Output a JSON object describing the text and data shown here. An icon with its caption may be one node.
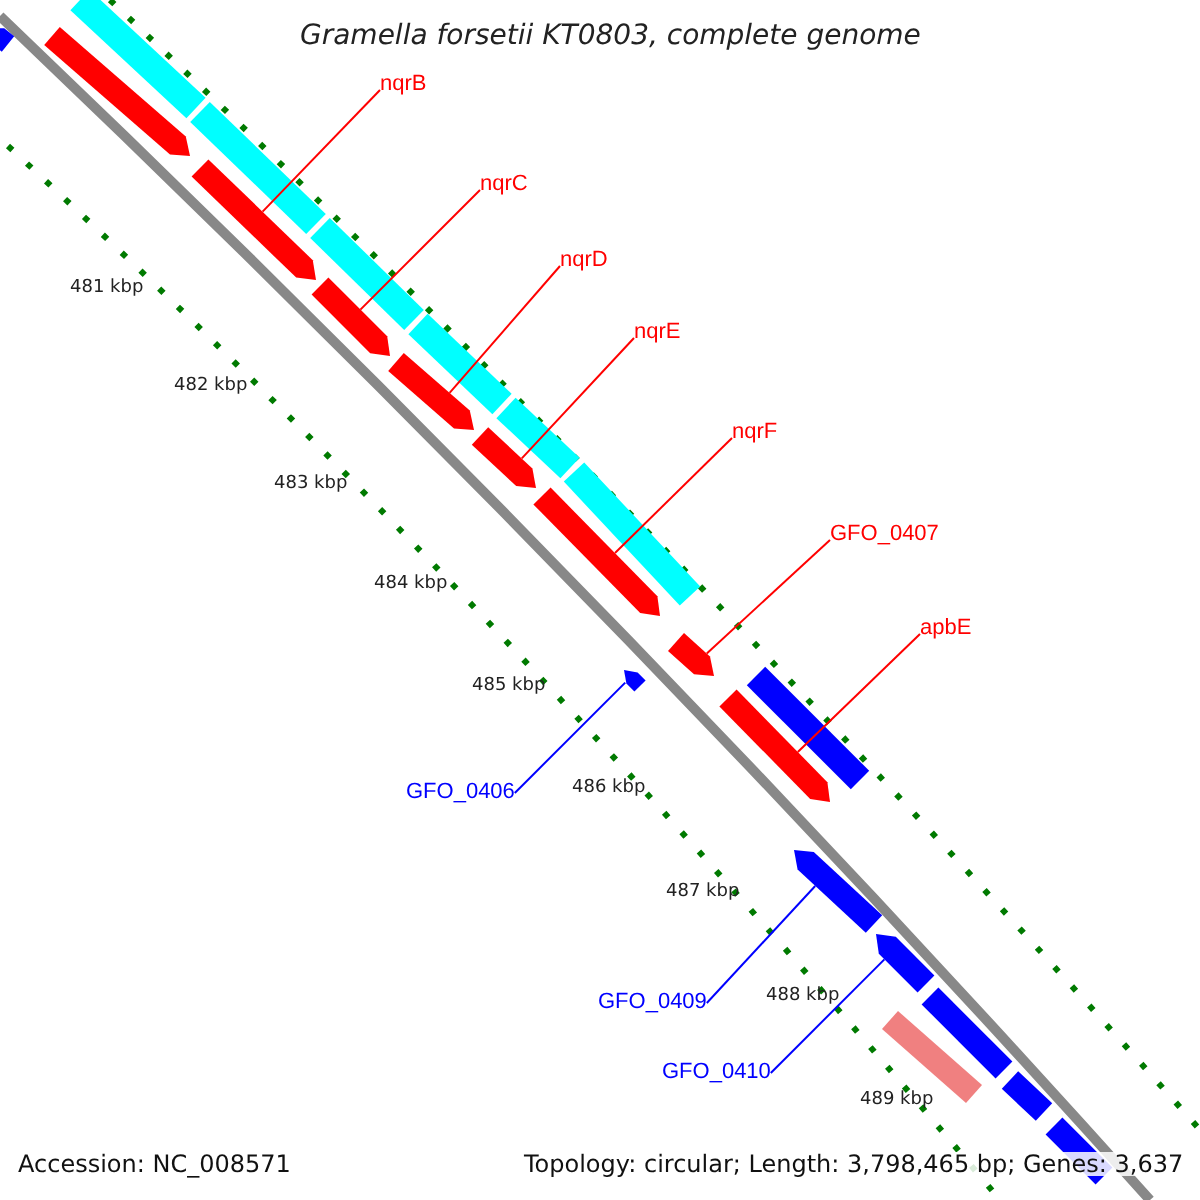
{
  "diagram": {
    "title": "Gramella forsetii KT0803, complete genome",
    "nodes": [
      {
        "text": [
          "nqrB"
        ]
      },
      {
        "text": [
          "nqrC"
        ]
      },
      {
        "text": [
          "nqrD"
        ]
      },
      {
        "text": [
          "nqrE"
        ]
      },
      {
        "text": [
          "nqrF"
        ]
      },
      {
        "text": [
          "GFO_0407"
        ]
      },
      {
        "text": [
          "apbE"
        ]
      },
      {
        "text": [
          "GFO_0406"
        ]
      },
      {
        "text": [
          "GFO_0409"
        ]
      },
      {
        "text": [
          "GFO_0410"
        ]
      },
      {
        "text": [],
        "shape": "arrow"
      },
      {
        "text": [],
        "shape": "arrow"
      },
      {
        "text": [],
        "shape": "arrow"
      },
      {
        "text": [],
        "shape": "arrow"
      },
      {
        "text": [],
        "shape": "arrow"
      },
      {
        "text": [],
        "shape": "arrow"
      },
      {
        "text": [],
        "shape": "arrow"
      },
      {
        "text": [],
        "shape": "arrow"
      },
      {
        "text": [],
        "shape": "arrow"
      },
      {
        "text": [],
        "shape": "arrow"
      },
      {
        "text": [],
        "shape": "arrow"
      },
      {
        "text": [],
        "shape": "arrow"
      },
      {
        "text": [],
        "shape": "bar"
      },
      {
        "text": [],
        "shape": "bar"
      },
      {
        "text": [],
        "shape": "bar"
      },
      {
        "text": [],
        "shape": "bar"
      },
      {
        "text": [],
        "shape": "bar"
      },
      {
        "text": [],
        "shape": "bar"
      },
      {
        "text": [],
        "shape": "bar"
      },
      {
        "text": [],
        "shape": "bar"
      },
      {
        "text": [],
        "shape": "bar"
      },
      {
        "text": [],
        "shape": "bar"
      },
      {
        "text": [],
        "shape": "bar"
      }
    ],
    "edges": [
      {
        "from": 0,
        "to": 10,
        "arrow": "none"
      },
      {
        "from": 1,
        "to": 11,
        "arrow": "none"
      },
      {
        "from": 2,
        "to": 12,
        "arrow": "none"
      },
      {
        "from": 3,
        "to": 13,
        "arrow": "none"
      },
      {
        "from": 4,
        "to": 14,
        "arrow": "none"
      },
      {
        "from": 5,
        "to": 15,
        "arrow": "none"
      },
      {
        "from": 6,
        "to": 16,
        "arrow": "none"
      },
      {
        "from": 7,
        "to": 17,
        "arrow": "none",
        "color": "#0000ff"
      },
      {
        "from": 8,
        "to": 18,
        "arrow": "none",
        "color": "#0000ff"
      },
      {
        "from": 9,
        "to": 19,
        "arrow": "none",
        "color": "#0000ff"
      }
    ],
    "labels": [
      "481 kbp",
      "482 kbp",
      "483 kbp",
      "484 kbp",
      "485 kbp",
      "486 kbp",
      "487 kbp",
      "488 kbp",
      "489 kbp",
      "Accession: NC_008571",
      "Topology: circular; Length: 3,798,465 bp; Genes: 3,637"
    ]
  }
}
